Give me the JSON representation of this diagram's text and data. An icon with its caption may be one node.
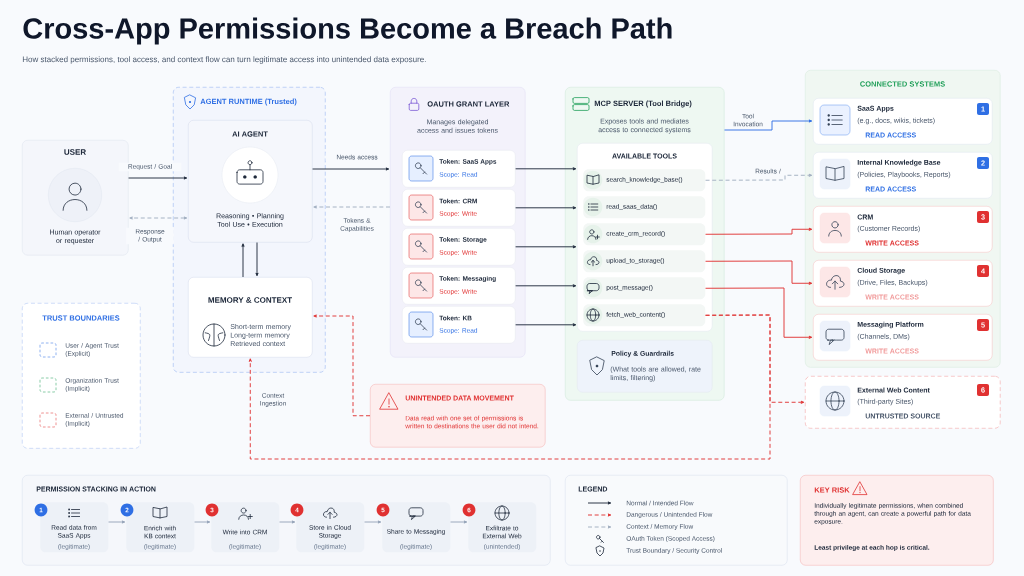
{
  "diagram": {
    "title": "Cross-App Permissions Become a Breach Path",
    "nodes": [
      {
        "text": [
          "USER",
          "Human operator or requester"
        ]
      },
      {
        "text": [
          "AGENT RUNTIME (Trusted)"
        ]
      },
      {
        "text": [
          "AI AGENT",
          "Reasoning • Planning Tool Use • Execution"
        ],
        "in": 1
      },
      {
        "text": [
          "MEMORY & CONTEXT",
          "Short-term memory Long-term memory Retrieved context"
        ],
        "in": 1
      },
      {
        "text": [
          "TRUST BOUNDARIES",
          "User / Agent Trust (Explicit)",
          "Organization Trust (Implicit)",
          "External / Untrusted (Implicit)"
        ]
      },
      {
        "text": [
          "OAUTH GRANT LAYER",
          "Manages delegated access and issues tokens"
        ]
      },
      {
        "text": [
          "Token: SaaS Apps",
          "Scope: Read"
        ],
        "in": 5
      },
      {
        "text": [
          "Token: CRM",
          "Scope: Write"
        ],
        "in": 5
      },
      {
        "text": [
          "Token: Storage",
          "Scope: Write"
        ],
        "in": 5
      },
      {
        "text": [
          "Token: Messaging",
          "Scope: Write"
        ],
        "in": 5
      },
      {
        "text": [
          "Token: KB",
          "Scope: Read"
        ],
        "in": 5
      },
      {
        "text": [
          "MCP SERVER (Tool Bridge)",
          "Exposes tools and mediates access to connected systems"
        ]
      },
      {
        "text": [
          "AVAILABLE TOOLS"
        ],
        "in": 11
      },
      {
        "text": [
          "search_knowledge_base()"
        ],
        "in": 12
      },
      {
        "text": [
          "read_saas_data()"
        ],
        "in": 12
      },
      {
        "text": [
          "create_crm_record()"
        ],
        "in": 12
      },
      {
        "text": [
          "upload_to_storage()"
        ],
        "in": 12
      },
      {
        "text": [
          "post_message()"
        ],
        "in": 12
      },
      {
        "text": [
          "fetch_web_content()"
        ],
        "in": 12
      },
      {
        "text": [
          "Policy & Guardrails",
          "(What tools are allowed, rate limits, filtering)"
        ],
        "in": 11
      },
      {
        "text": [
          "CONNECTED SYSTEMS"
        ]
      },
      {
        "text": [
          "SaaS Apps",
          "(e.g., docs, wikis, tickets)",
          "READ ACCESS",
          "1"
        ],
        "in": 20
      },
      {
        "text": [
          "Internal Knowledge Base",
          "(Policies, Playbooks, Reports)",
          "READ ACCESS",
          "2"
        ],
        "in": 20
      },
      {
        "text": [
          "CRM",
          "(Customer Records)",
          "WRITE ACCESS",
          "3"
        ],
        "in": 20
      },
      {
        "text": [
          "Cloud Storage",
          "(Drive, Files, Backups)",
          "WRITE ACCESS",
          "4"
        ],
        "in": 20
      },
      {
        "text": [
          "Messaging Platform",
          "(Channels, DMs)",
          "WRITE ACCESS",
          "5"
        ],
        "in": 20
      },
      {
        "text": [
          "External Web Content",
          "(Third-party Sites)",
          "UNTRUSTED SOURCE",
          "6"
        ]
      },
      {
        "text": [
          "UNINTENDED DATA MOVEMENT",
          "Data read with one set of permissions is written to destinations the user did not intend."
        ]
      },
      {
        "text": [
          "PERMISSION STACKING IN ACTION"
        ]
      },
      {
        "text": [
          "1",
          "Read data from SaaS Apps",
          "(legitimate)"
        ],
        "in": 28
      },
      {
        "text": [
          "2",
          "Enrich with KB context",
          "(legitimate)"
        ],
        "in": 28
      },
      {
        "text": [
          "3",
          "Write into CRM",
          "(legitimate)"
        ],
        "in": 28
      },
      {
        "text": [
          "4",
          "Store in Cloud Storage",
          "(legitimate)"
        ],
        "in": 28
      },
      {
        "text": [
          "5",
          "Share to Messaging",
          "(legitimate)"
        ],
        "in": 28
      },
      {
        "text": [
          "6",
          "Exfiltrate to External Web",
          "(unintended)"
        ],
        "in": 28
      },
      {
        "text": [
          "LEGEND"
        ]
      },
      {
        "text": [
          "KEY RISK",
          "Individually legitimate permissions, when combined through an agent, can create a powerful path for data exposure.",
          "Least privilege at each hop is critical."
        ]
      }
    ],
    "edges": [
      {
        "from": 0,
        "to": 2,
        "arrow": "to",
        "label": "Request / Goal"
      },
      {
        "from": 2,
        "to": 0,
        "arrow": "both",
        "label": "Response / Output",
        "style": "dashed",
        "color": "#a0aec0"
      },
      {
        "from": 3,
        "to": 2,
        "arrow": "to"
      },
      {
        "from": 2,
        "to": 3,
        "arrow": "to"
      },
      {
        "from": 2,
        "to": 5,
        "arrow": "to",
        "label": "Needs access"
      },
      {
        "from": 5,
        "to": 2,
        "arrow": "to",
        "label": "Tokens & Capabilities",
        "style": "dashed",
        "color": "#a0aec0"
      },
      {
        "from": 6,
        "to": 12,
        "arrow": "to"
      },
      {
        "from": 7,
        "to": 12,
        "arrow": "to"
      },
      {
        "from": 8,
        "to": 12,
        "arrow": "to"
      },
      {
        "from": 9,
        "to": 12,
        "arrow": "to"
      },
      {
        "from": 10,
        "to": 12,
        "arrow": "to"
      },
      {
        "from": 11,
        "to": 21,
        "arrow": "to",
        "label": "Tool Invocation",
        "color": "#2f6fe4"
      },
      {
        "from": 13,
        "to": 22,
        "arrow": "to",
        "label": "Results /",
        "style": "dashed",
        "color": "#a0aec0"
      },
      {
        "from": 15,
        "to": 23,
        "arrow": "to",
        "color": "#e03131"
      },
      {
        "from": 16,
        "to": 24,
        "arrow": "to",
        "color": "#e03131"
      },
      {
        "from": 17,
        "to": 25,
        "arrow": "to",
        "color": "#e03131"
      },
      {
        "from": 18,
        "to": 26,
        "arrow": "to",
        "style": "dashed",
        "color": "#e03131"
      },
      {
        "from": 18,
        "to": 3,
        "arrow": "to",
        "label": "Context Ingestion",
        "style": "dashed",
        "color": "#e03131"
      },
      {
        "from": 27,
        "to": 3,
        "arrow": "to",
        "style": "dashed",
        "color": "#e03131"
      },
      {
        "from": 29,
        "to": 30,
        "arrow": "to",
        "color": "#94a3b8"
      },
      {
        "from": 30,
        "to": 31,
        "arrow": "to",
        "color": "#94a3b8"
      },
      {
        "from": 31,
        "to": 32,
        "arrow": "to",
        "color": "#94a3b8"
      },
      {
        "from": 32,
        "to": 33,
        "arrow": "to",
        "color": "#94a3b8"
      },
      {
        "from": 33,
        "to": 34,
        "arrow": "to",
        "color": "#94a3b8"
      }
    ],
    "labels": [
      "How stacked permissions, tool access, and context flow can turn legitimate access into unintended data exposure."
    ],
    "legend": [
      {
        "text": "Normal / Intended Flow"
      },
      {
        "text": "Dangerous / Unintended Flow"
      },
      {
        "text": "Context / Memory Flow"
      },
      {
        "text": "OAuth Token (Scoped Access)"
      },
      {
        "text": "Trust Boundary / Security Control"
      }
    ]
  }
}
